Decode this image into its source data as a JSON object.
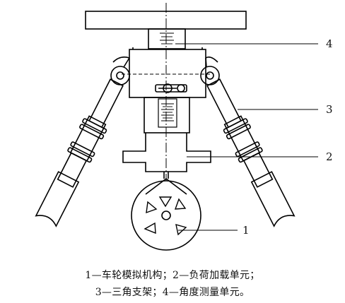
{
  "labels": {
    "l1": "1",
    "l2": "2",
    "l3": "3",
    "l4": "4"
  },
  "caption": {
    "line1": "1—车轮模拟机构；2—负荷加载单元；",
    "line2": "3—三角支架；4—角度测量单元。"
  },
  "colors": {
    "stroke": "#000000",
    "background": "#ffffff"
  }
}
